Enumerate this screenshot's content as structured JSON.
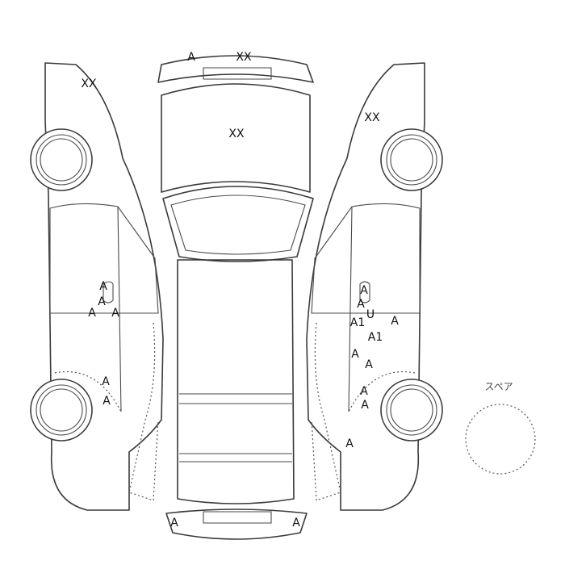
{
  "spare": {
    "label": "スペア"
  },
  "marks": [
    {
      "text": "A"
    },
    {
      "text": "XX"
    },
    {
      "text": "XX"
    },
    {
      "text": "XX"
    },
    {
      "text": "XX"
    },
    {
      "text": "A"
    },
    {
      "text": "A"
    },
    {
      "text": "A"
    },
    {
      "text": "A"
    },
    {
      "text": "A"
    },
    {
      "text": "A"
    },
    {
      "text": "A"
    },
    {
      "text": "A"
    },
    {
      "text": "U"
    },
    {
      "text": "A1"
    },
    {
      "text": "A"
    },
    {
      "text": "A1"
    },
    {
      "text": "A"
    },
    {
      "text": "A"
    },
    {
      "text": "A"
    },
    {
      "text": "A"
    },
    {
      "text": "A"
    },
    {
      "text": "A"
    },
    {
      "text": "A"
    }
  ]
}
